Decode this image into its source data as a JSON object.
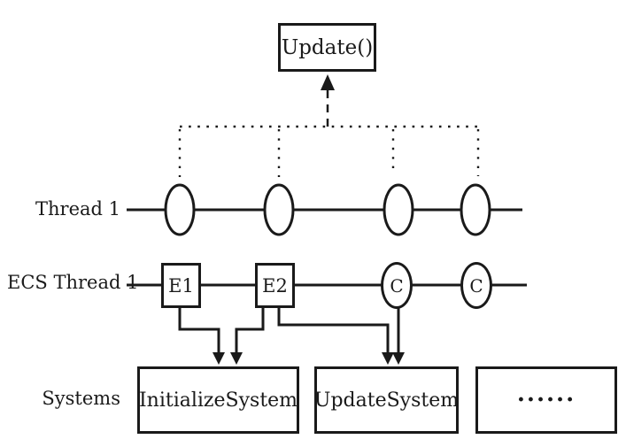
{
  "colors": {
    "ink": "#1a1a1a",
    "background": "#ffffff"
  },
  "update_box": {
    "label": "Update()"
  },
  "rows": {
    "thread1": {
      "label": "Thread 1"
    },
    "ecs_thread1": {
      "label": "ECS Thread 1",
      "event1": "E1",
      "event2": "E2",
      "component1": "C",
      "component2": "C"
    },
    "systems": {
      "label": "Systems",
      "box1": "InitializeSystem",
      "box2": "UpdateSystem",
      "box3": "······"
    }
  }
}
